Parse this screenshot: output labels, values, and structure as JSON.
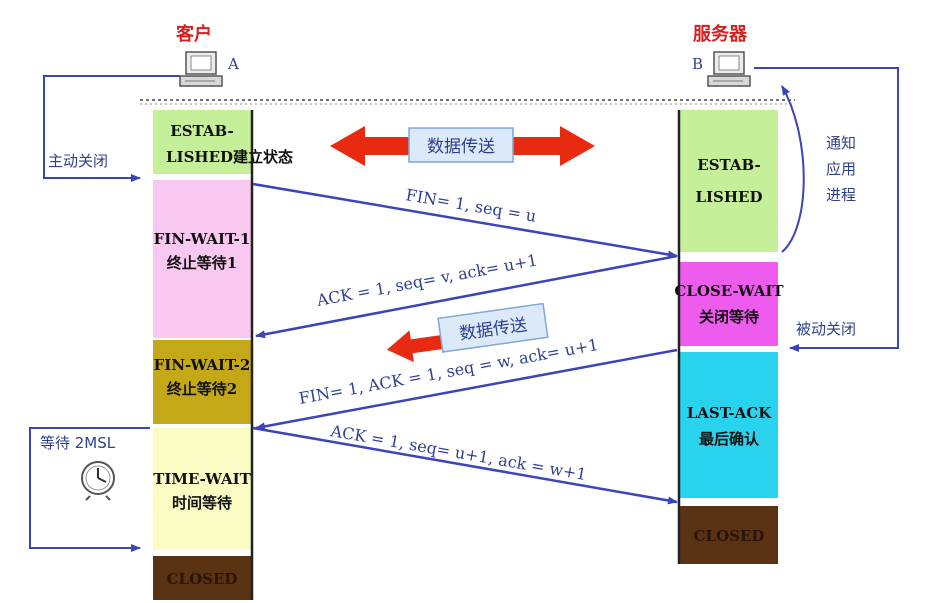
{
  "client": {
    "title": "客户",
    "letter": "A"
  },
  "server": {
    "title": "服务器",
    "letter": "B"
  },
  "client_states": {
    "estab_1": "ESTAB-",
    "estab_2": "LISHED建立状态",
    "fin_wait_1_1": "FIN-WAIT-1",
    "fin_wait_1_2": "终止等待1",
    "fin_wait_2_1": "FIN-WAIT-2",
    "fin_wait_2_2": "终止等待2",
    "time_wait_1": "TIME-WAIT",
    "time_wait_2": "时间等待",
    "closed": "CLOSED"
  },
  "server_states": {
    "estab_1": "ESTAB-",
    "estab_2": "LISHED",
    "close_wait_1": "CLOSE-WAIT",
    "close_wait_2": "关闭等待",
    "last_ack_1": "LAST-ACK",
    "last_ack_2": "最后确认",
    "closed": "CLOSED"
  },
  "messages": {
    "fin1": "FIN= 1, seq = u",
    "ack1": "ACK = 1, seq= v, ack= u+1",
    "fin2": "FIN= 1, ACK = 1, seq = w, ack= u+1",
    "ack2": "ACK = 1, seq= u+1, ack = w+1"
  },
  "data_transfer_1": "数据传送",
  "data_transfer_2": "数据传送",
  "labels": {
    "active_close": "主动关闭",
    "notify_1": "通知",
    "notify_2": "应用",
    "notify_3": "进程",
    "passive_close": "被动关闭",
    "wait_2msl": "等待 2MSL"
  },
  "colors": {
    "estab": "#c6ef9a",
    "fin_wait_1": "#f8c8f0",
    "fin_wait_2": "#c4a818",
    "time_wait": "#fbfbc4",
    "closed": "#5a3214",
    "close_wait": "#ee5cee",
    "last_ack": "#29d3ee",
    "line": "#3b44b8",
    "red_arrow": "#e82a10",
    "title": "#d62020"
  },
  "icons": [
    "computer-icon",
    "clock-icon"
  ]
}
